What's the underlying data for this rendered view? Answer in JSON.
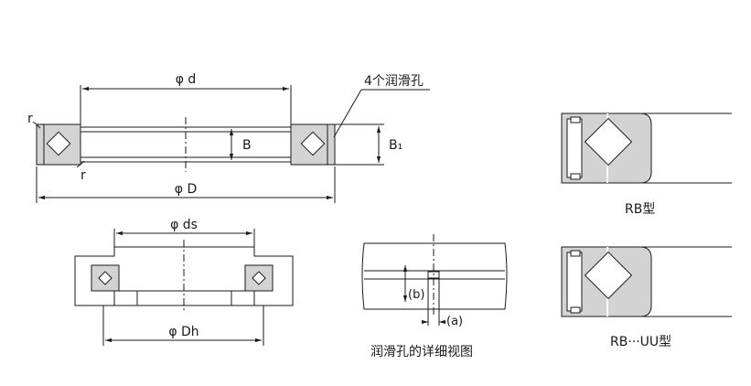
{
  "labels": {
    "phi_d": "φ d",
    "phi_D": "φ D",
    "phi_ds": "φ ds",
    "phi_Dh": "φ Dh",
    "B": "B",
    "B1": "B₁",
    "r_top": "r",
    "r_bottom": "r",
    "lube_holes": "4个润滑孔",
    "dim_a": "(a)",
    "dim_b": "(b)"
  },
  "captions": {
    "detail": "润滑孔的详细视图",
    "rb": "RB型",
    "rbuu": "RB···UU型"
  },
  "colors": {
    "line": "#1a1a1a",
    "fill": "#d3d3d3"
  }
}
